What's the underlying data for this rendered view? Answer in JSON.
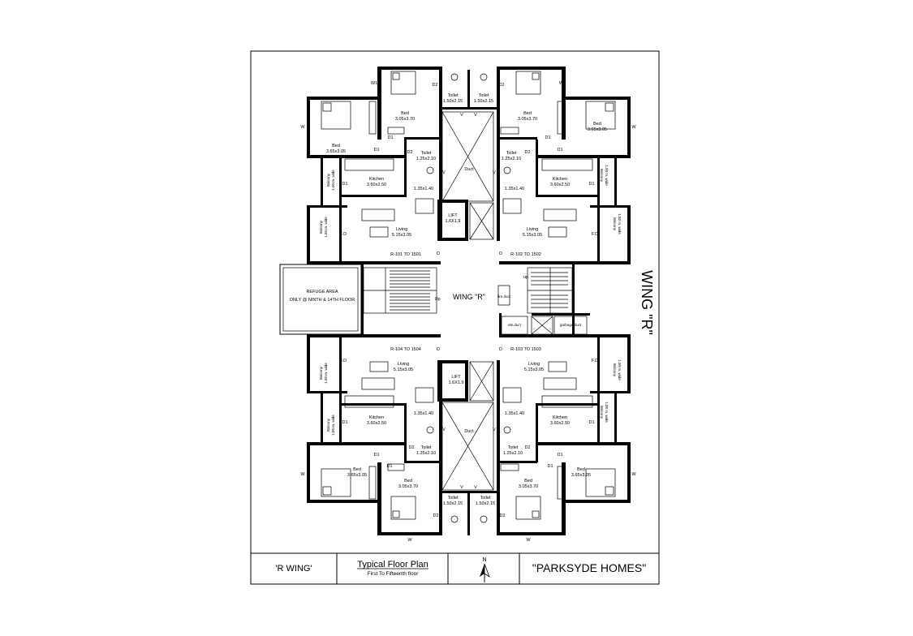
{
  "wing_label": "WING \"R\"",
  "wing_center": "WING \"R\"",
  "refuge": {
    "line1": "REFUGE AREA",
    "line2": "ONLY @ NINTH & 14TH FLOOR"
  },
  "units": {
    "top_left": "R-101 TO 1501",
    "top_right": "R-102 TO 1502",
    "bottom_left": "R-104 TO 1504",
    "bottom_right": "R-103 TO 1503"
  },
  "rooms": {
    "bed": "Bed",
    "bed_a": "3.05x3.70",
    "bed_b": "3.65x3.05",
    "toilet": "Toilet",
    "toilet_a": "1.50x2.15",
    "toilet_b": "1.25x2.10",
    "kitchen": "Kitchen",
    "kitchen_dim": "3.60x2.50",
    "living": "Living",
    "living_dim": "5.15x3.05",
    "dining_dim": "1.35x1.40",
    "balcony": "Balcony",
    "balcony_dim": "1.00 m. wide",
    "balcony_dim2": "1.50 m. wide",
    "lift": "LIFT",
    "lift_dim": "1.6X1.9",
    "duct": "Duct",
    "fire_duct": "fire duct",
    "ele_duct": "ele.duct",
    "garbage_duct": "garbage duct",
    "up": "Up",
    "up_lower": "up"
  },
  "marks": {
    "w": "W",
    "w1": "W1",
    "d": "D",
    "d1": "D1",
    "d2": "D2",
    "v": "V",
    "fd": "F.D"
  },
  "title_block": {
    "wing": "'R WING'",
    "plan_title": "Typical Floor Plan",
    "plan_sub": "First To Fifteenth floor",
    "north": "N",
    "project": "\"PARKSYDE HOMES\""
  }
}
